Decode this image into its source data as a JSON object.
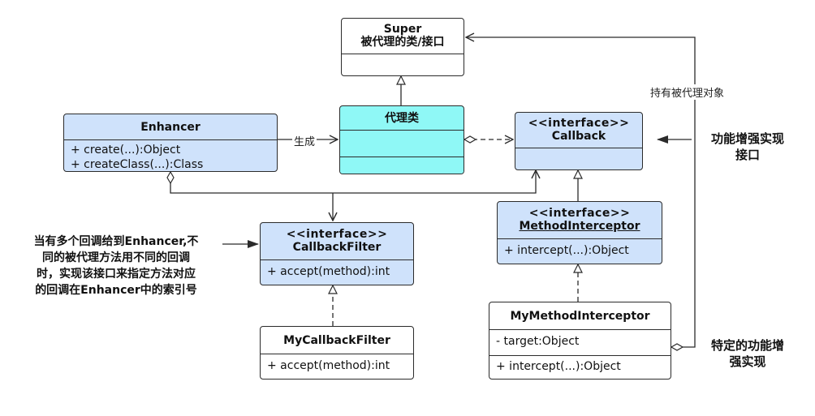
{
  "super": {
    "name": "Super",
    "desc": "被代理的类/接口"
  },
  "proxy": {
    "name": "代理类"
  },
  "enhancer": {
    "name": "Enhancer",
    "methods": [
      "+ create(...):Object",
      "+ createClass(...):Class"
    ]
  },
  "callback": {
    "stereotype": "<<interface>>",
    "name": "Callback"
  },
  "method_interceptor": {
    "stereotype": "<<interface>>",
    "name": "MethodInterceptor",
    "methods": [
      "+ intercept(...):Object"
    ]
  },
  "callback_filter": {
    "stereotype": "<<interface>>",
    "name": "CallbackFilter",
    "methods": [
      "+ accept(method):int"
    ]
  },
  "my_callback_filter": {
    "name": "MyCallbackFilter",
    "methods": [
      "+ accept(method):int"
    ]
  },
  "my_method_interceptor": {
    "name": "MyMethodInterceptor",
    "fields": [
      "- target:Object"
    ],
    "methods": [
      "+ intercept(...):Object"
    ]
  },
  "labels": {
    "generate": "生成",
    "hold": "持有被代理对象"
  },
  "notes": {
    "callback_note": [
      "功能增强实现",
      "接口"
    ],
    "filter_note": [
      "当有多个回调给到Enhancer,不",
      "同的被代理方法用不同的回调",
      "时，实现该接口来指定方法对应",
      "的回调在Enhancer中的索引号"
    ],
    "impl_note": [
      "特定的功能增",
      "强实现"
    ]
  },
  "colors": {
    "interface_fill": "#cfe2fb",
    "proxy_fill": "#8ff8f6",
    "class_fill": "#ffffff",
    "line": "#2b2b2b"
  }
}
